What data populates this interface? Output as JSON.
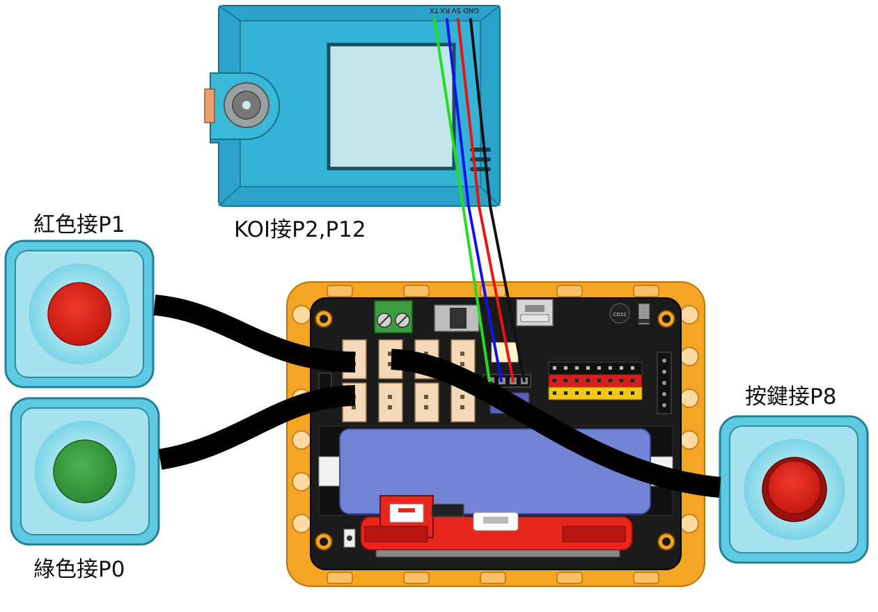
{
  "labels": {
    "red_button": "紅色接P1",
    "green_button": "綠色接P0",
    "key_button": "按鍵接P8",
    "koi": "KOI接P2,P12"
  },
  "koi_pins": {
    "gnd": "GND",
    "v5": "5V",
    "rx": "RX",
    "tx": "TX"
  },
  "board": {
    "chip_text": "CD32"
  },
  "colors": {
    "button_housing": "#5ecbe3",
    "red_cap": "#e0231a",
    "green_cap": "#3aa33f",
    "koi_body": "#2ba2c9",
    "koi_screen": "#c3e6ea",
    "frame": "#f5a524",
    "board": "#1b1b1b",
    "battery": "#7383d6",
    "microbit": "#e8261b",
    "wire_tx": "#22dd22",
    "wire_rx": "#1111ee",
    "wire_5v": "#ee1111",
    "wire_gnd": "#111111",
    "cable": "#000000"
  }
}
